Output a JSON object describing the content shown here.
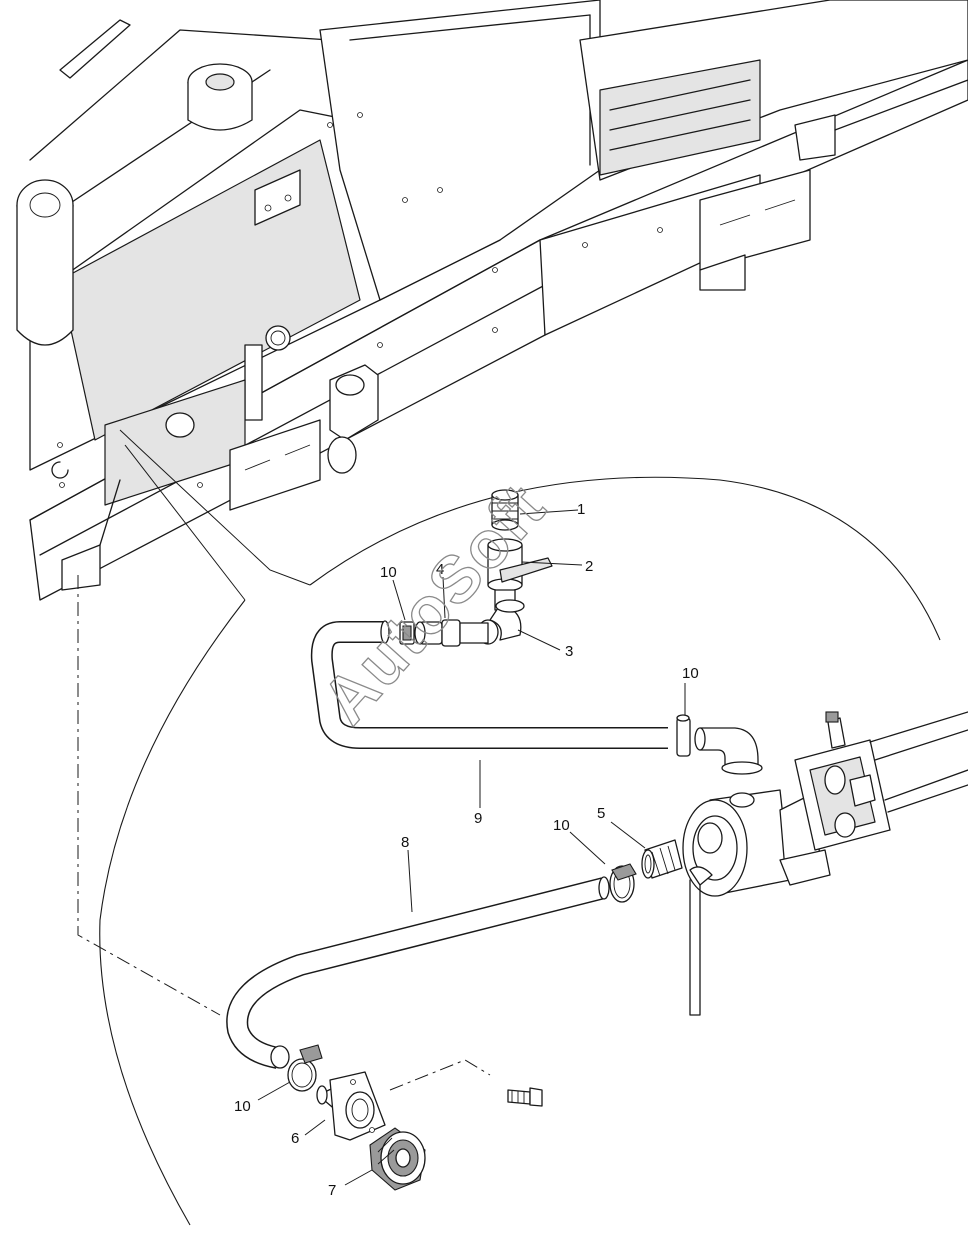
{
  "watermark": "AutoSoft",
  "callouts": [
    {
      "id": "callout-1",
      "label": "1"
    },
    {
      "id": "callout-2",
      "label": "2"
    },
    {
      "id": "callout-3",
      "label": "3"
    },
    {
      "id": "callout-4",
      "label": "4"
    },
    {
      "id": "callout-5",
      "label": "5"
    },
    {
      "id": "callout-6",
      "label": "6"
    },
    {
      "id": "callout-7",
      "label": "7"
    },
    {
      "id": "callout-8",
      "label": "8"
    },
    {
      "id": "callout-9",
      "label": "9"
    },
    {
      "id": "callout-10a",
      "label": "10"
    },
    {
      "id": "callout-10b",
      "label": "10"
    },
    {
      "id": "callout-10c",
      "label": "10"
    },
    {
      "id": "callout-10d",
      "label": "10"
    }
  ]
}
